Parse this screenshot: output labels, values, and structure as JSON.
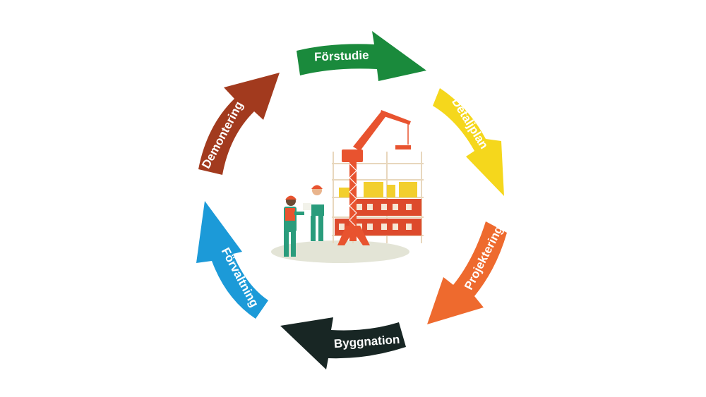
{
  "diagram": {
    "type": "cycle",
    "steps": [
      {
        "label": "Förstudie",
        "color": "#1a8a3c"
      },
      {
        "label": "Detaljplan",
        "color": "#f5d71c"
      },
      {
        "label": "Projektering",
        "color": "#ee6a2e"
      },
      {
        "label": "Byggnation",
        "color": "#182624"
      },
      {
        "label": "Förvaltning",
        "color": "#1c9ad8"
      },
      {
        "label": "Demontering",
        "color": "#a23a1e"
      }
    ],
    "illustration": {
      "subject": "construction-site",
      "colors": {
        "crane": "#e8532f",
        "building_brick": "#dd4a2c",
        "building_yellow": "#f2cf2e",
        "scaffold": "#e8d7bd",
        "ground": "#e3e4d6",
        "worker_suit": "#2a9c7c"
      }
    }
  }
}
